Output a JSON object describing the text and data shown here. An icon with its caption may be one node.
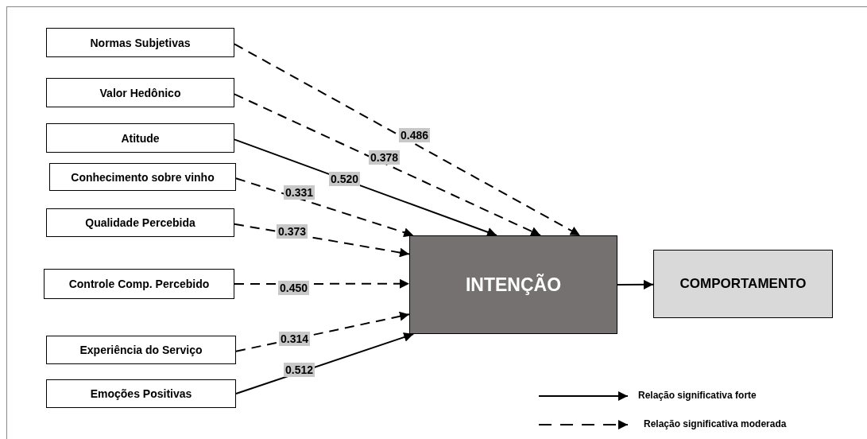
{
  "diagram": {
    "nodes": [
      {
        "text": [
          "Normas Subjetivas"
        ]
      },
      {
        "text": [
          "Valor Hedônico"
        ]
      },
      {
        "text": [
          "Atitude"
        ]
      },
      {
        "text": [
          "Conhecimento sobre vinho"
        ]
      },
      {
        "text": [
          "Qualidade Percebida"
        ]
      },
      {
        "text": [
          "Controle Comp. Percebido"
        ]
      },
      {
        "text": [
          "Experiência do Serviço"
        ]
      },
      {
        "text": [
          "Emoções Positivas"
        ]
      },
      {
        "text": [
          "INTENÇÃO"
        ]
      },
      {
        "text": [
          "COMPORTAMENTO"
        ]
      }
    ],
    "edges": [
      {
        "from": 0,
        "to": 8,
        "arrow": "to",
        "label": "0.486",
        "style": "dashed"
      },
      {
        "from": 1,
        "to": 8,
        "arrow": "to",
        "label": "0.378",
        "style": "dashed"
      },
      {
        "from": 2,
        "to": 8,
        "arrow": "to",
        "label": "0.520"
      },
      {
        "from": 3,
        "to": 8,
        "arrow": "to",
        "label": "0.331",
        "style": "dashed"
      },
      {
        "from": 4,
        "to": 8,
        "arrow": "to",
        "label": "0.373",
        "style": "dashed"
      },
      {
        "from": 5,
        "to": 8,
        "arrow": "to",
        "label": "0.450",
        "style": "dashed"
      },
      {
        "from": 6,
        "to": 8,
        "arrow": "to",
        "label": "0.314",
        "style": "dashed"
      },
      {
        "from": 7,
        "to": 8,
        "arrow": "to",
        "label": "0.512"
      },
      {
        "from": 8,
        "to": 9,
        "arrow": "to"
      }
    ],
    "legend": [
      {
        "text": "Relação significativa forte"
      },
      {
        "text": "Relação significativa moderada"
      }
    ]
  }
}
